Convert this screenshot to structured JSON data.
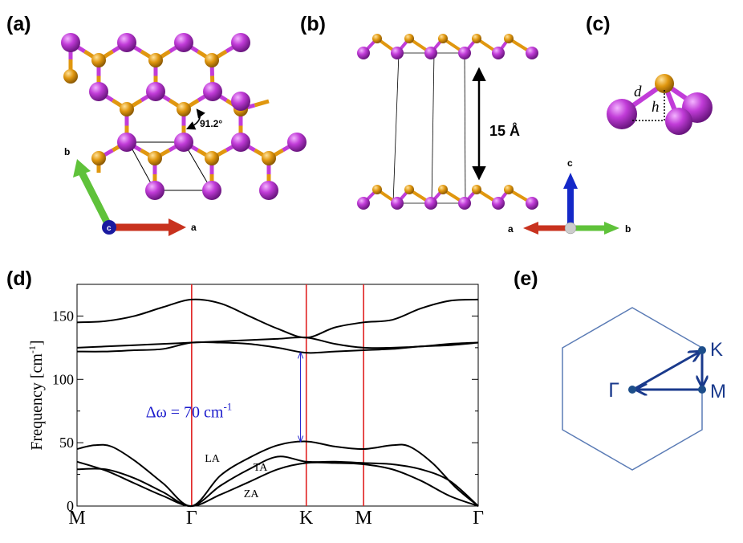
{
  "panels": {
    "a": {
      "label": "(a)",
      "angle": "91.2°",
      "axis_a": "a",
      "axis_b": "b",
      "axis_c": "c",
      "colors": {
        "sb": "#c13cd8",
        "ge": "#e0970f",
        "axis_a": "#c8321e",
        "axis_b": "#5fc23a",
        "axis_c": "#1a1aa0"
      }
    },
    "b": {
      "label": "(b)",
      "spacing": "15 Å",
      "axis_a": "a",
      "axis_b": "b",
      "axis_c": "c",
      "colors": {
        "axis_c": "#1428c8",
        "origin": "#cccccc"
      }
    },
    "c": {
      "label": "(c)",
      "d": "d",
      "h": "h"
    },
    "d": {
      "label": "(d)"
    },
    "e": {
      "label": "(e)",
      "gamma": "Γ",
      "k": "K",
      "m": "M",
      "colors": {
        "hexagon": "#5a7bb5",
        "path": "#1a3a8c",
        "point": "#1d4e8a"
      }
    }
  },
  "chart_data": {
    "type": "line",
    "ylabel": "Frequency [cm-1]",
    "ylabel_base": "Frequency [cm",
    "ylabel_sup": "-1",
    "ylabel_close": "]",
    "ylim": [
      0,
      175
    ],
    "yticks": [
      "0",
      "50",
      "100",
      "150"
    ],
    "x_ticks": [
      "M",
      "Γ",
      "K",
      "M",
      "Γ"
    ],
    "x_tick_positions": [
      0,
      1,
      2,
      2.5,
      3.5
    ],
    "xlim": [
      0,
      3.5
    ],
    "symmetry_lines": [
      1,
      2,
      2.5
    ],
    "symmetry_line_color": "#e02020",
    "gap_annotation": {
      "text": "Δω = 70 cm",
      "sup": "-1",
      "from": 51,
      "to": 121,
      "x": 1.95,
      "color": "#1a1acc"
    },
    "branch_labels": [
      {
        "text": "LA",
        "x": 1.18,
        "y": 35
      },
      {
        "text": "TA",
        "x": 1.6,
        "y": 28
      },
      {
        "text": "ZA",
        "x": 1.52,
        "y": 7
      }
    ],
    "series": [
      {
        "x": [
          0,
          0.25,
          0.5,
          0.75,
          1.0,
          1.25,
          1.5,
          1.75,
          2.0,
          2.25,
          2.5,
          2.75,
          3.0,
          3.25,
          3.5
        ],
        "values": [
          35,
          28,
          18,
          8,
          0,
          9,
          19,
          29,
          34,
          34,
          33,
          29,
          20,
          8,
          0
        ]
      },
      {
        "x": [
          0,
          0.25,
          0.5,
          0.75,
          1.0,
          1.25,
          1.5,
          1.75,
          2.0,
          2.25,
          2.5,
          2.75,
          3.0,
          3.25,
          3.5
        ],
        "values": [
          29,
          29,
          22,
          11,
          0,
          16,
          29,
          39,
          35,
          35,
          34,
          33,
          29,
          20,
          0
        ]
      },
      {
        "x": [
          0,
          0.15,
          0.3,
          0.5,
          0.75,
          1.0,
          1.25,
          1.5,
          1.75,
          2.0,
          2.25,
          2.5,
          2.75,
          2.9,
          3.1,
          3.3,
          3.5
        ],
        "values": [
          45,
          48,
          47,
          36,
          18,
          0,
          24,
          38,
          48,
          51,
          47,
          45,
          48,
          47,
          34,
          15,
          0
        ]
      },
      {
        "x": [
          0,
          0.25,
          0.5,
          0.75,
          1.0,
          1.25,
          1.5,
          1.75,
          2.0,
          2.25,
          2.5,
          2.75,
          3.0,
          3.25,
          3.5
        ],
        "values": [
          122,
          122,
          123,
          124,
          129,
          129,
          128,
          125,
          121,
          122,
          123,
          124,
          126,
          127,
          129
        ]
      },
      {
        "x": [
          0,
          0.25,
          0.5,
          0.75,
          1.0,
          1.25,
          1.5,
          1.75,
          2.0,
          2.25,
          2.5,
          2.75,
          3.0,
          3.25,
          3.5
        ],
        "values": [
          125,
          126,
          127,
          128,
          129,
          130,
          131,
          132,
          133,
          128,
          125,
          125,
          126,
          128,
          129
        ]
      },
      {
        "x": [
          0,
          0.25,
          0.5,
          0.75,
          1.0,
          1.25,
          1.5,
          1.75,
          2.0,
          2.25,
          2.5,
          2.75,
          3.0,
          3.25,
          3.5
        ],
        "values": [
          145,
          146,
          150,
          157,
          163,
          160,
          150,
          140,
          133,
          141,
          145,
          147,
          156,
          162,
          163
        ]
      }
    ]
  }
}
